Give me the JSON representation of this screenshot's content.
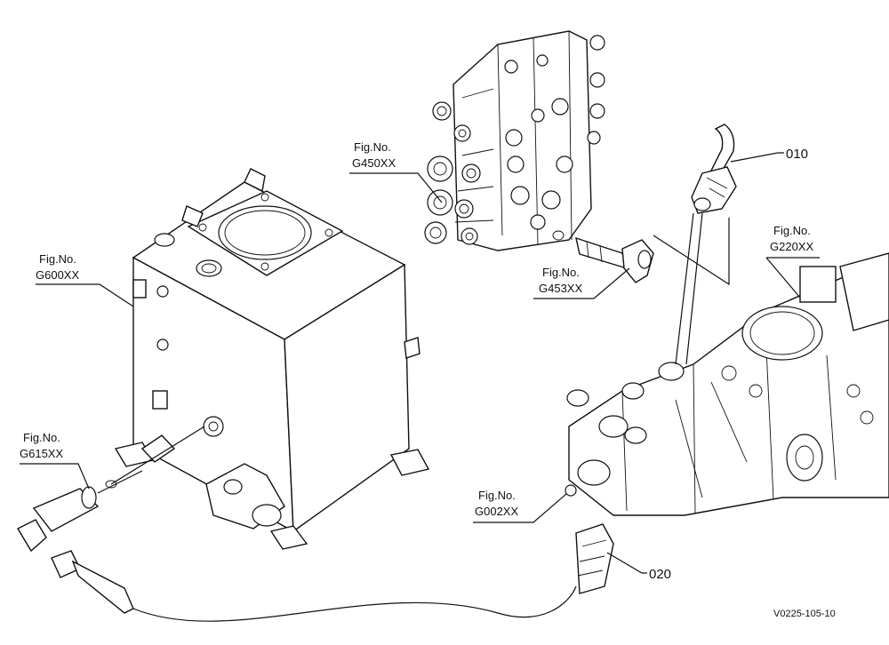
{
  "labels": {
    "g450": {
      "line1": "Fig.No.",
      "line2": "G450XX"
    },
    "g453": {
      "line1": "Fig.No.",
      "line2": "G453XX"
    },
    "g220": {
      "line1": "Fig.No.",
      "line2": "G220XX"
    },
    "g600": {
      "line1": "Fig.No.",
      "line2": "G600XX"
    },
    "g615": {
      "line1": "Fig.No.",
      "line2": "G615XX"
    },
    "g002": {
      "line1": "Fig.No.",
      "line2": "G002XX"
    }
  },
  "parts": {
    "p010": "010",
    "p020": "020"
  },
  "reference": "V0225-105-10"
}
